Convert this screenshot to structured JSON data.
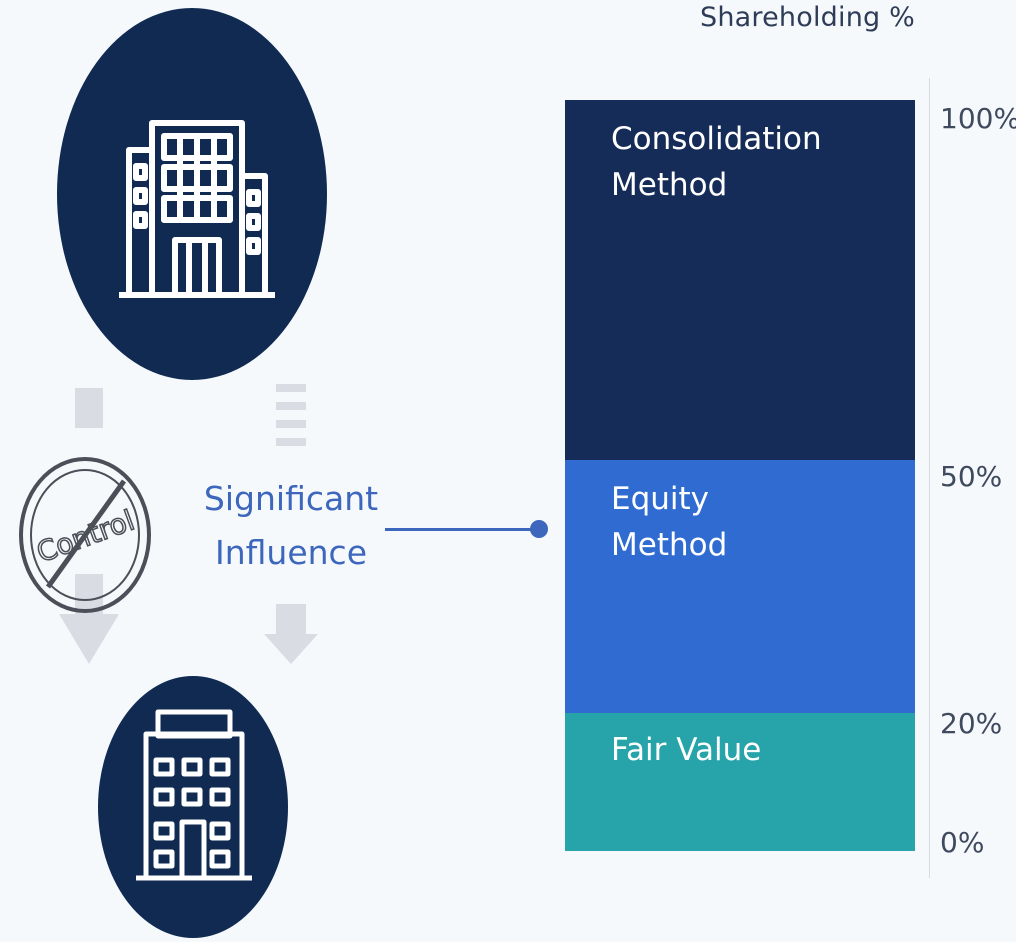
{
  "scale": {
    "title": "Shareholding %",
    "ticks": [
      {
        "value": 100,
        "label": "100%"
      },
      {
        "value": 50,
        "label": "50%"
      },
      {
        "value": 20,
        "label": "20%"
      },
      {
        "value": 0,
        "label": "0%"
      }
    ]
  },
  "methods": [
    {
      "label": "Consolidation Method",
      "from": 50,
      "to": 100,
      "color": "#142c57"
    },
    {
      "label": "Equity Method",
      "from": 20,
      "to": 50,
      "color": "#2f6bd1"
    },
    {
      "label": "Fair Value",
      "from": 0,
      "to": 20,
      "color": "#26a4a9"
    }
  ],
  "flow": {
    "significant_influence_label": "Significant Influence",
    "control_stamp_text": "Control",
    "parent_icon": "office-building-icon",
    "subsidiary_icon": "tower-building-icon"
  },
  "colors": {
    "navy": "#102a52",
    "blue": "#2f6bd1",
    "teal": "#26a4a9",
    "link": "#3c67bc"
  }
}
